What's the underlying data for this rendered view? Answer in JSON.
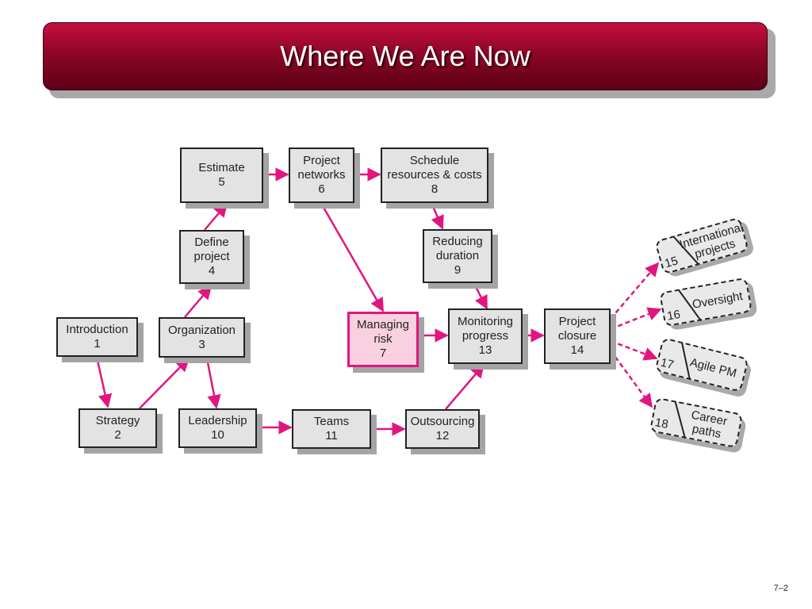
{
  "slide": {
    "title": "Where We Are Now",
    "page_number": "7–2"
  },
  "diagram": {
    "accent_color": "#e2157f",
    "nodes": [
      {
        "id": "introduction",
        "label": "Introduction",
        "number": "1"
      },
      {
        "id": "strategy",
        "label": "Strategy",
        "number": "2"
      },
      {
        "id": "organization",
        "label": "Organization",
        "number": "3"
      },
      {
        "id": "define-project",
        "label_line1": "Define",
        "label_line2": "project",
        "number": "4"
      },
      {
        "id": "estimate",
        "label": "Estimate",
        "number": "5"
      },
      {
        "id": "project-networks",
        "label_line1": "Project",
        "label_line2": "networks",
        "number": "6"
      },
      {
        "id": "managing-risk",
        "label_line1": "Managing",
        "label_line2": "risk",
        "number": "7"
      },
      {
        "id": "schedule",
        "label_line1": "Schedule",
        "label_line2": "resources & costs",
        "number": "8"
      },
      {
        "id": "reducing-duration",
        "label_line1": "Reducing",
        "label_line2": "duration",
        "number": "9"
      },
      {
        "id": "leadership",
        "label": "Leadership",
        "number": "10"
      },
      {
        "id": "teams",
        "label": "Teams",
        "number": "11"
      },
      {
        "id": "outsourcing",
        "label": "Outsourcing",
        "number": "12"
      },
      {
        "id": "monitoring-progress",
        "label_line1": "Monitoring",
        "label_line2": "progress",
        "number": "13"
      },
      {
        "id": "project-closure",
        "label_line1": "Project",
        "label_line2": "closure",
        "number": "14"
      }
    ],
    "extensions": [
      {
        "id": "international-projects",
        "label_line1": "International",
        "label_line2": "projects",
        "number": "15"
      },
      {
        "id": "oversight",
        "label": "Oversight",
        "number": "16"
      },
      {
        "id": "agile-pm",
        "label": "Agile PM",
        "number": "17"
      },
      {
        "id": "career-paths",
        "label": "Career paths",
        "number": "18"
      }
    ]
  }
}
